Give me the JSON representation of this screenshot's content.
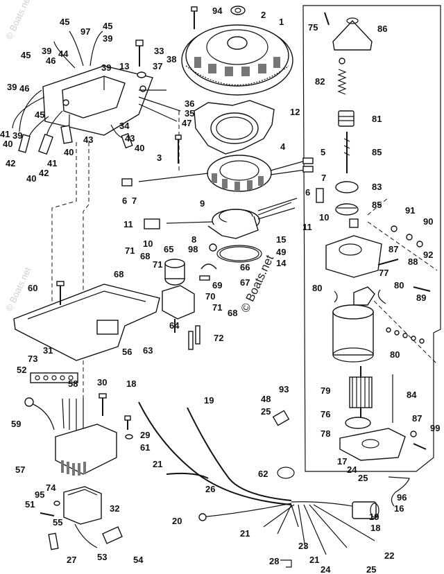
{
  "watermark": "© Boats.net",
  "faint_watermarks": [
    "© Boats.net",
    "© Boats.net"
  ],
  "callouts": [
    "1",
    "2",
    "3",
    "4",
    "5",
    "5",
    "6",
    "6",
    "7",
    "7",
    "8",
    "9",
    "10",
    "10",
    "11",
    "11",
    "12",
    "13",
    "14",
    "15",
    "16",
    "17",
    "18",
    "18",
    "19",
    "19",
    "20",
    "21",
    "21",
    "21",
    "22",
    "23",
    "24",
    "24",
    "25",
    "25",
    "25",
    "26",
    "27",
    "28",
    "29",
    "30",
    "31",
    "32",
    "33",
    "34",
    "35",
    "36",
    "37",
    "38",
    "39",
    "39",
    "39",
    "39",
    "40",
    "40",
    "40",
    "40",
    "41",
    "41",
    "42",
    "42",
    "43",
    "43",
    "44",
    "45",
    "45",
    "45",
    "45",
    "46",
    "46",
    "47",
    "48",
    "49",
    "51",
    "52",
    "53",
    "54",
    "55",
    "56",
    "57",
    "58",
    "59",
    "60",
    "61",
    "62",
    "63",
    "64",
    "65",
    "66",
    "67",
    "68",
    "68",
    "68",
    "69",
    "70",
    "71",
    "71",
    "71",
    "72",
    "73",
    "74",
    "75",
    "76",
    "77",
    "78",
    "79",
    "80",
    "80",
    "80",
    "81",
    "82",
    "83",
    "84",
    "85",
    "85",
    "86",
    "87",
    "87",
    "88",
    "89",
    "90",
    "91",
    "92",
    "93",
    "94",
    "95",
    "96",
    "97",
    "98",
    "99"
  ]
}
